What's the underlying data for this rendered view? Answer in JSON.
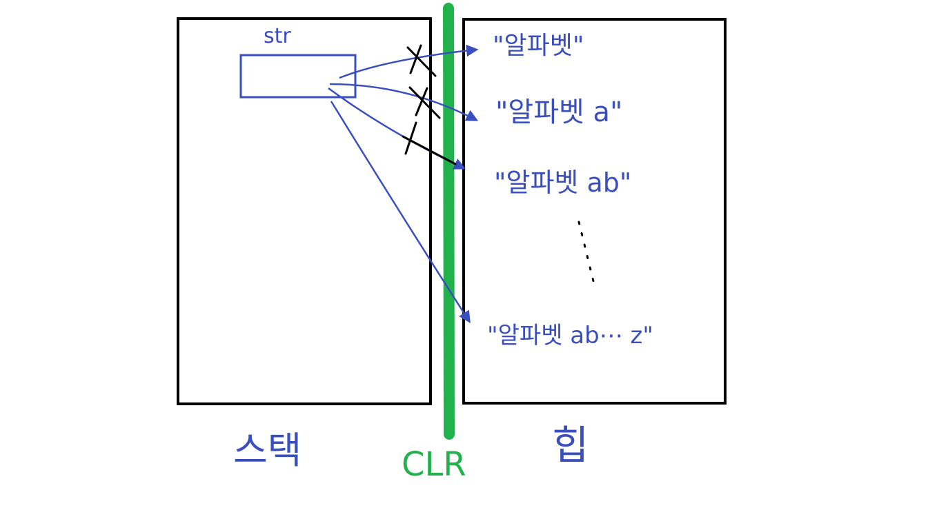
{
  "stack": {
    "var_label": "str",
    "region_label": "스택"
  },
  "barrier": {
    "label": "CLR"
  },
  "heap": {
    "region_label": "힙",
    "strings": [
      "\"알파벳\"",
      "\"알파벳 a\"",
      "\"알파벳 ab\"",
      "\"알파벳 ab⋯ z\""
    ]
  },
  "colors": {
    "ink_blue": "#3a4fbf",
    "barrier_green": "#22b24c",
    "outline_black": "#000000"
  }
}
